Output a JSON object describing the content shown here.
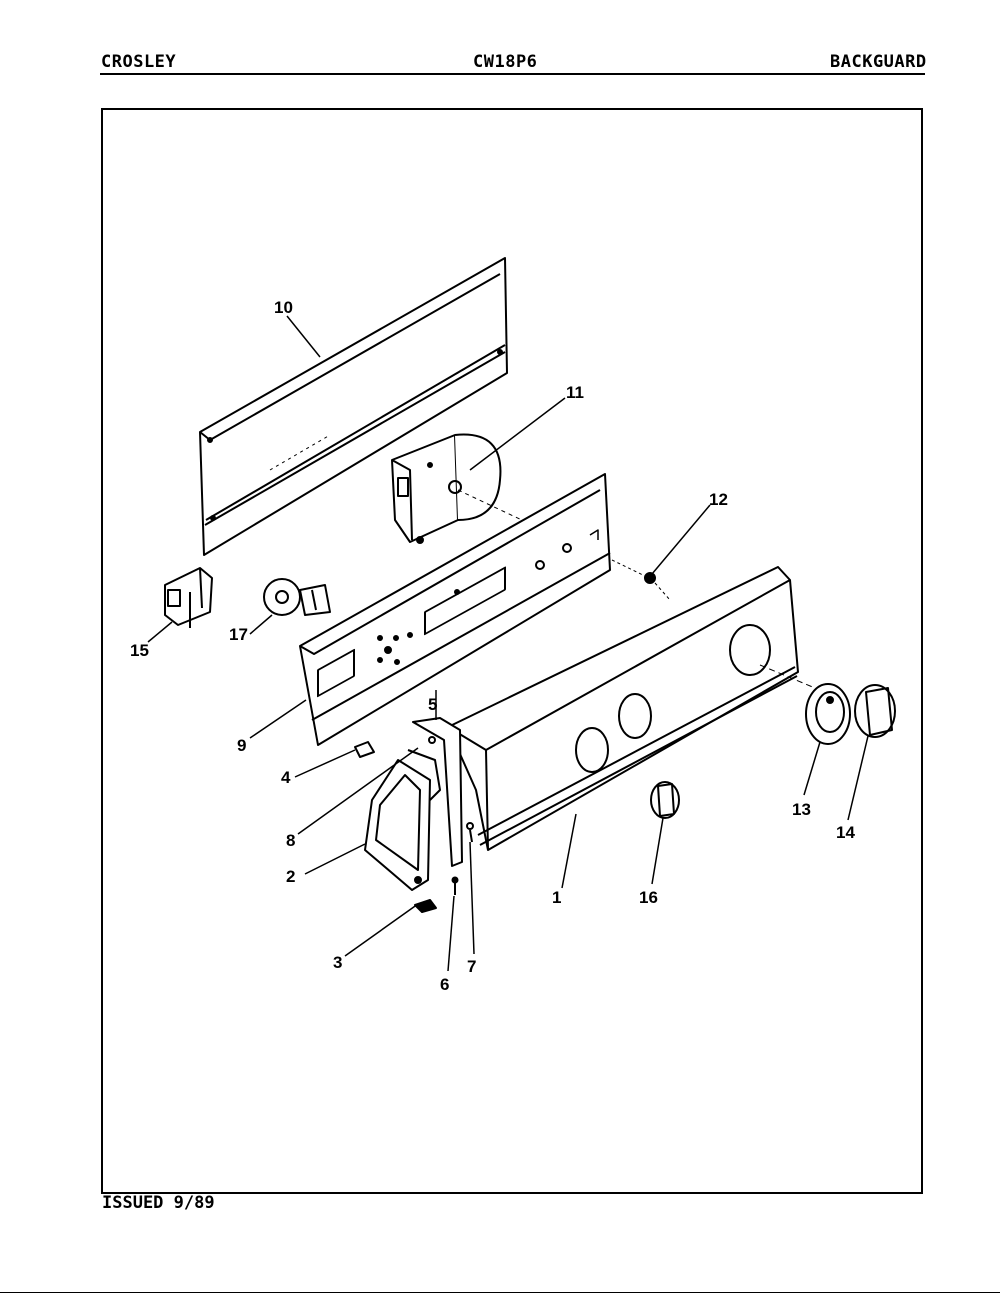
{
  "header": {
    "brand": "CROSLEY",
    "model": "CW18P6",
    "section": "BACKGUARD"
  },
  "footer": {
    "issued": "ISSUED 9/89"
  },
  "callouts": [
    "1",
    "2",
    "3",
    "4",
    "5",
    "6",
    "7",
    "8",
    "9",
    "10",
    "11",
    "12",
    "13",
    "14",
    "15",
    "16",
    "17"
  ]
}
